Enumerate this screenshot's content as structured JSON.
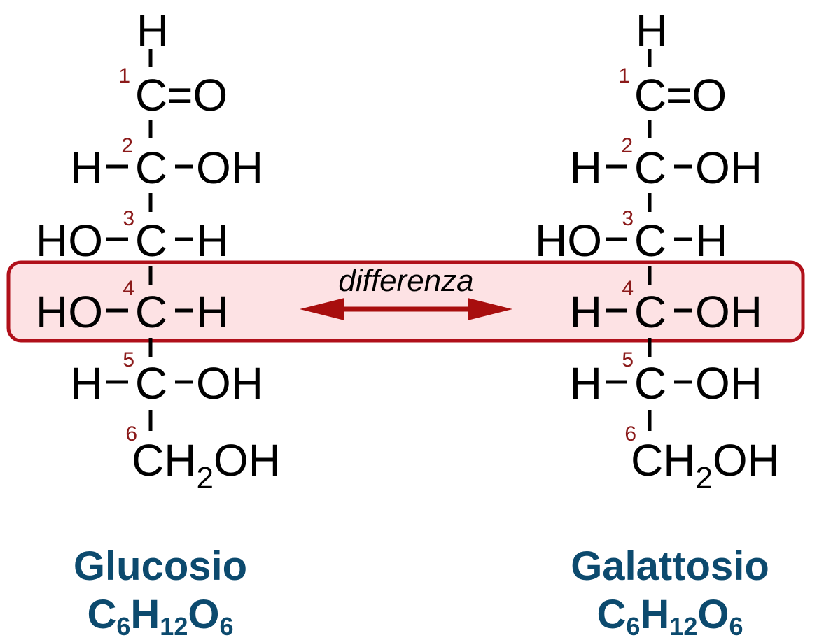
{
  "colors": {
    "highlight_fill": "#fde2e4",
    "highlight_stroke": "#b0101a",
    "arrow": "#a80e0e",
    "carbon_number": "#8b1a1a",
    "name_text": "#0c4a6e"
  },
  "difference_label": "differenza",
  "molecules": [
    {
      "name": "Glucosio",
      "formula": {
        "c": "C",
        "c_n": "6",
        "h": "H",
        "h_n": "12",
        "o": "O",
        "o_n": "6"
      },
      "top": {
        "h": "H",
        "num": "1",
        "c": "C",
        "o": "=O"
      },
      "rows": [
        {
          "num": "2",
          "left": "H",
          "c": "C",
          "right": "OH"
        },
        {
          "num": "3",
          "left": "HO",
          "c": "C",
          "right": "H"
        },
        {
          "num": "4",
          "left": "HO",
          "c": "C",
          "right": "H"
        },
        {
          "num": "5",
          "left": "H",
          "c": "C",
          "right": "OH"
        }
      ],
      "bottom": {
        "num": "6",
        "ch": "CH",
        "sub": "2",
        "oh": "OH"
      }
    },
    {
      "name": "Galattosio",
      "formula": {
        "c": "C",
        "c_n": "6",
        "h": "H",
        "h_n": "12",
        "o": "O",
        "o_n": "6"
      },
      "top": {
        "h": "H",
        "num": "1",
        "c": "C",
        "o": "=O"
      },
      "rows": [
        {
          "num": "2",
          "left": "H",
          "c": "C",
          "right": "OH"
        },
        {
          "num": "3",
          "left": "HO",
          "c": "C",
          "right": "H"
        },
        {
          "num": "4",
          "left": "H",
          "c": "C",
          "right": "OH"
        },
        {
          "num": "5",
          "left": "H",
          "c": "C",
          "right": "OH"
        }
      ],
      "bottom": {
        "num": "6",
        "ch": "CH",
        "sub": "2",
        "oh": "OH"
      }
    }
  ]
}
